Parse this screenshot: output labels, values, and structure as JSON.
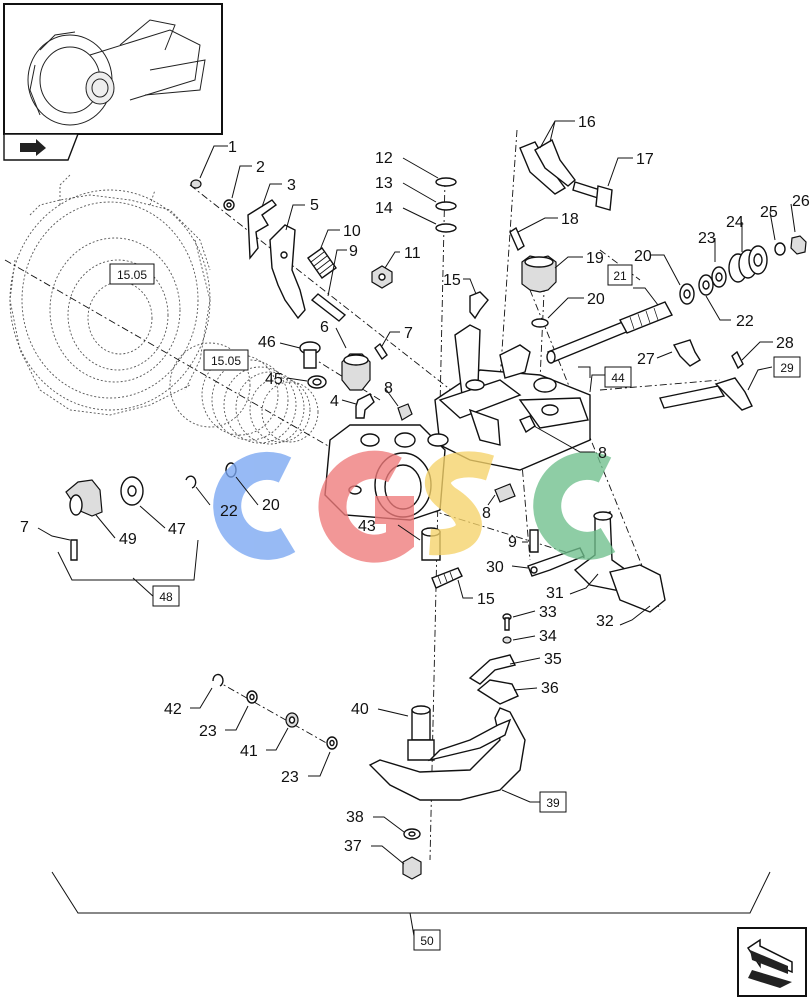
{
  "diagram": {
    "callouts": [
      {
        "id": "c1",
        "text": "1"
      },
      {
        "id": "c2",
        "text": "2"
      },
      {
        "id": "c3",
        "text": "3"
      },
      {
        "id": "c5",
        "text": "5"
      },
      {
        "id": "c10",
        "text": "10"
      },
      {
        "id": "c9a",
        "text": "9"
      },
      {
        "id": "c11",
        "text": "11"
      },
      {
        "id": "c12",
        "text": "12"
      },
      {
        "id": "c13",
        "text": "13"
      },
      {
        "id": "c14",
        "text": "14"
      },
      {
        "id": "c16",
        "text": "16"
      },
      {
        "id": "c17",
        "text": "17"
      },
      {
        "id": "c18",
        "text": "18"
      },
      {
        "id": "c19",
        "text": "19"
      },
      {
        "id": "c15a",
        "text": "15"
      },
      {
        "id": "c20a",
        "text": "20"
      },
      {
        "id": "c20b",
        "text": "20"
      },
      {
        "id": "c23a",
        "text": "23"
      },
      {
        "id": "c24",
        "text": "24"
      },
      {
        "id": "c25",
        "text": "25"
      },
      {
        "id": "c26",
        "text": "26"
      },
      {
        "id": "c22a",
        "text": "22"
      },
      {
        "id": "c6",
        "text": "6"
      },
      {
        "id": "c7a",
        "text": "7"
      },
      {
        "id": "c46",
        "text": "46"
      },
      {
        "id": "c45",
        "text": "45"
      },
      {
        "id": "c4",
        "text": "4"
      },
      {
        "id": "c8a",
        "text": "8"
      },
      {
        "id": "c8b",
        "text": "8"
      },
      {
        "id": "c8c",
        "text": "8"
      },
      {
        "id": "c27",
        "text": "27"
      },
      {
        "id": "c28",
        "text": "28"
      },
      {
        "id": "c22b",
        "text": "22"
      },
      {
        "id": "c20c",
        "text": "20"
      },
      {
        "id": "c43",
        "text": "43"
      },
      {
        "id": "c7b",
        "text": "7"
      },
      {
        "id": "c49",
        "text": "49"
      },
      {
        "id": "c47",
        "text": "47"
      },
      {
        "id": "c9b",
        "text": "9"
      },
      {
        "id": "c30",
        "text": "30"
      },
      {
        "id": "c31",
        "text": "31"
      },
      {
        "id": "c32",
        "text": "32"
      },
      {
        "id": "c15b",
        "text": "15"
      },
      {
        "id": "c33",
        "text": "33"
      },
      {
        "id": "c34",
        "text": "34"
      },
      {
        "id": "c35",
        "text": "35"
      },
      {
        "id": "c36",
        "text": "36"
      },
      {
        "id": "c42",
        "text": "42"
      },
      {
        "id": "c23b",
        "text": "23"
      },
      {
        "id": "c40",
        "text": "40"
      },
      {
        "id": "c41",
        "text": "41"
      },
      {
        "id": "c23c",
        "text": "23"
      },
      {
        "id": "c38",
        "text": "38"
      },
      {
        "id": "c37",
        "text": "37"
      }
    ],
    "boxed": [
      {
        "id": "b1505a",
        "text": "15.05"
      },
      {
        "id": "b1505b",
        "text": "15.05"
      },
      {
        "id": "b21",
        "text": "21"
      },
      {
        "id": "b44",
        "text": "44"
      },
      {
        "id": "b29",
        "text": "29"
      },
      {
        "id": "b48",
        "text": "48"
      },
      {
        "id": "b39",
        "text": "39"
      },
      {
        "id": "b50",
        "text": "50"
      }
    ],
    "watermark": {
      "colors": {
        "blue": "#7aa7f2",
        "red": "#ef7a7a",
        "yellow": "#f6d36a",
        "green": "#6fc08d"
      }
    }
  }
}
